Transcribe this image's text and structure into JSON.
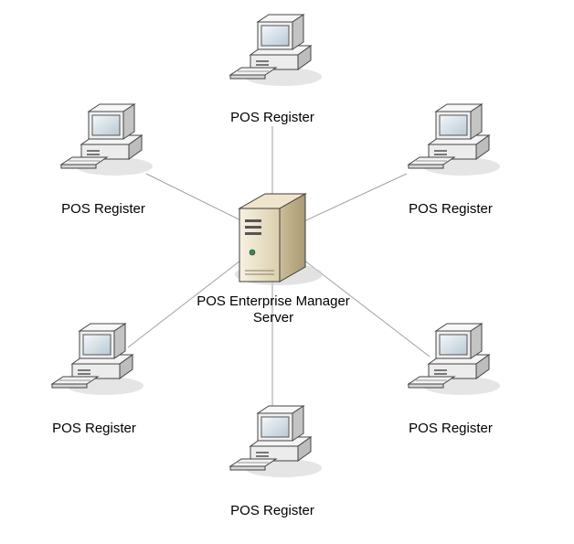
{
  "server": {
    "label_line1": "POS Enterprise Manager",
    "label_line2": "Server"
  },
  "registers": [
    {
      "label": "POS Register"
    },
    {
      "label": "POS Register"
    },
    {
      "label": "POS Register"
    },
    {
      "label": "POS Register"
    },
    {
      "label": "POS Register"
    },
    {
      "label": "POS Register"
    }
  ],
  "colors": {
    "link": "#a0a0a0",
    "server_body": "#e8dcc0",
    "monitor_body": "#f2f2f2",
    "screen": "#dfe8ee"
  }
}
